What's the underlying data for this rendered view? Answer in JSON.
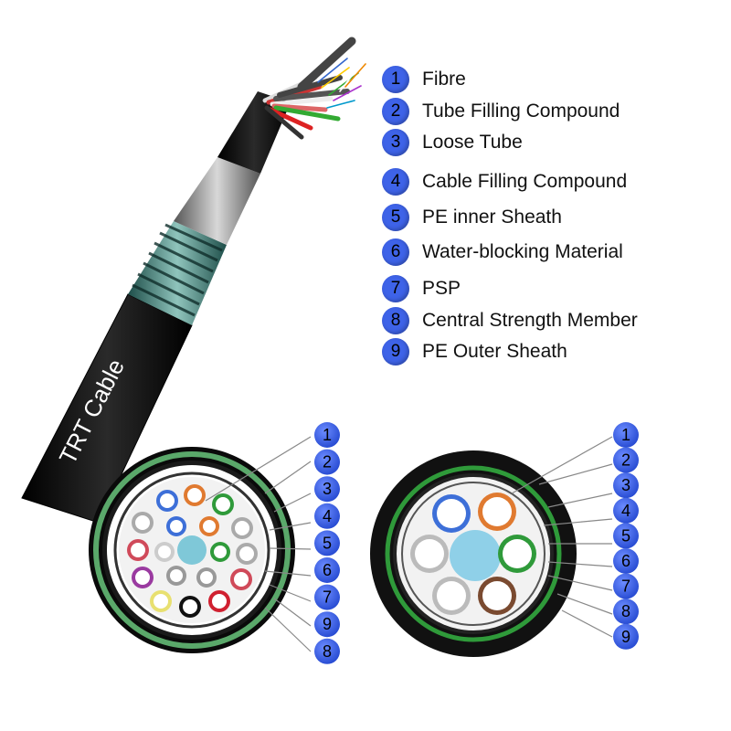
{
  "cable_label": "TRT Cable",
  "legend": [
    {
      "num": "1",
      "label": "Fibre"
    },
    {
      "num": "2",
      "label": "Tube Filling Compound"
    },
    {
      "num": "3",
      "label": "Loose Tube"
    },
    {
      "num": "4",
      "label": "Cable Filling Compound"
    },
    {
      "num": "5",
      "label": "PE inner Sheath"
    },
    {
      "num": "6",
      "label": "Water-blocking Material"
    },
    {
      "num": "7",
      "label": "PSP"
    },
    {
      "num": "8",
      "label": "Central Strength Member"
    },
    {
      "num": "9",
      "label": "PE Outer Sheath"
    }
  ],
  "left_cross_section_callouts": [
    "1",
    "2",
    "3",
    "4",
    "5",
    "6",
    "7",
    "9",
    "8"
  ],
  "right_cross_section_callouts": [
    "1",
    "2",
    "3",
    "4",
    "5",
    "6",
    "7",
    "8",
    "9"
  ],
  "colors": {
    "badge": "#3e63e8",
    "sheath": "#111111",
    "armor": "#3d7a74",
    "psp_ring": "#2f8f3a"
  }
}
